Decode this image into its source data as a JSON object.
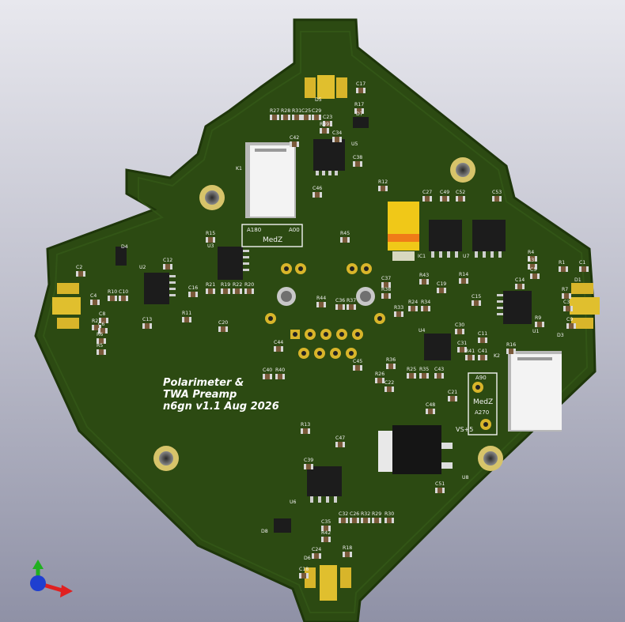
{
  "board": {
    "title_lines": [
      "Polarimeter &",
      "TWA Preamp",
      "n6gn v1.1 Aug 2026"
    ],
    "box_labels": [
      {
        "id": "medz-top",
        "lines": [
          "A180",
          "A00",
          "MedZ"
        ]
      },
      {
        "id": "medz-right",
        "lines": [
          "A90",
          "MedZ",
          "A270"
        ]
      }
    ],
    "misc_labels": [
      "VS+5"
    ],
    "designators": [
      "C17",
      "R17",
      "D5",
      "R27",
      "R28",
      "R31",
      "C25",
      "C29",
      "C23",
      "R39",
      "D7",
      "C34",
      "U5",
      "C42",
      "K1",
      "C38",
      "C46",
      "R12",
      "C27",
      "C49",
      "C52",
      "C53",
      "R15",
      "U3",
      "R45",
      "IC1",
      "U7",
      "R4",
      "R3",
      "C5",
      "R1",
      "C1",
      "D1",
      "R7",
      "R9",
      "U1",
      "D3",
      "C2",
      "D4",
      "C4",
      "R2",
      "C8",
      "C6",
      "R6",
      "R5",
      "R10",
      "C10",
      "U2",
      "C12",
      "C13",
      "C16",
      "R11",
      "R21",
      "R19",
      "R22",
      "R20",
      "C20",
      "R44",
      "C36",
      "R37",
      "C37",
      "R38",
      "R43",
      "C19",
      "R14",
      "R33",
      "R24",
      "R34",
      "C15",
      "C14",
      "C3",
      "C9",
      "C30",
      "C11",
      "C31",
      "U4",
      "R41",
      "C41",
      "R16",
      "K2",
      "C44",
      "C45",
      "C40",
      "R40",
      "R26",
      "R36",
      "R25",
      "R35",
      "C43",
      "C22",
      "C21",
      "C48",
      "U8",
      "C51",
      "R13",
      "C47",
      "C39",
      "U6",
      "D8",
      "C35",
      "R42",
      "C32",
      "C26",
      "R32",
      "R29",
      "R30",
      "C24",
      "R18",
      "D6",
      "C18"
    ]
  },
  "colors": {
    "board": "#2c4a12",
    "board_edge": "#1e360a",
    "copper_pad": "#d8b52a",
    "silk": "#f2f2f2",
    "ic_body": "#1c1c1c",
    "relay": "#f0f0f0",
    "tantalum": "#f0c818"
  },
  "axes_icon": [
    "x-axis-red",
    "y-axis-green",
    "z-axis-blue"
  ]
}
